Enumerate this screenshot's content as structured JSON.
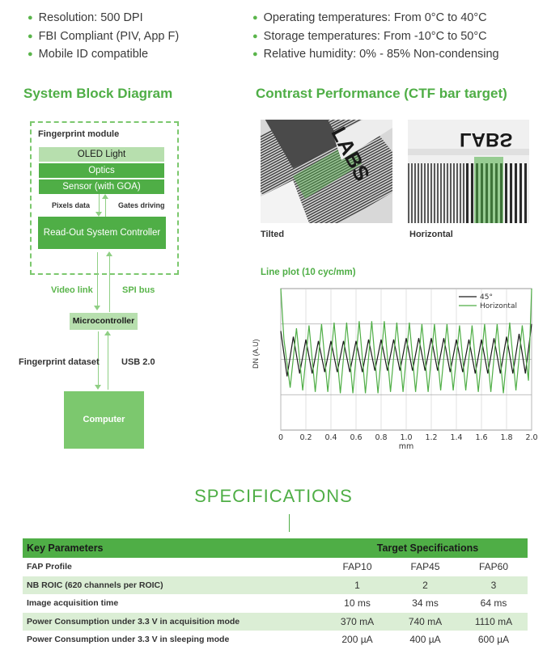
{
  "features_left": [
    "Resolution: 500 DPI",
    "FBI Compliant (PIV, App F)",
    "Mobile ID compatible"
  ],
  "features_right": [
    "Operating temperatures: From 0°C to 40°C",
    "Storage temperatures: From -10°C to 50°C",
    "Relative humidity: 0% - 85% Non-condensing"
  ],
  "block_diagram": {
    "title": "System Block Diagram",
    "module_label": "Fingerprint module",
    "layers": [
      "OLED Light",
      "Optics",
      "Sensor (with GOA)"
    ],
    "pixels_data": "Pixels data",
    "gates_driving": "Gates driving",
    "readout": "Read-Out System Controller",
    "video_link": "Video link",
    "spi_bus": "SPI bus",
    "microcontroller": "Microcontroller",
    "fingerprint_dataset": "Fingerprint dataset",
    "usb": "USB 2.0",
    "computer": "Computer"
  },
  "contrast": {
    "title": "Contrast Performance (CTF bar target)",
    "tilted": "Tilted",
    "horizontal": "Horizontal",
    "target_text": "LABS",
    "target_text_h": "LABS"
  },
  "chart_data": {
    "type": "line",
    "title": "Line plot (10 cyc/mm)",
    "xlabel": "mm",
    "ylabel": "DN (A.U)",
    "xlim": [
      0,
      2.0
    ],
    "xticks": [
      "0",
      "0.2",
      "0.4",
      "0.6",
      "0.8",
      "1.0",
      "1.2",
      "1.4",
      "1.6",
      "1.8",
      "2.0"
    ],
    "ylim": [
      0,
      1
    ],
    "grid": true,
    "legend": "top-right",
    "series": [
      {
        "name": "45°",
        "color": "#1a1a1a",
        "x": [
          0,
          0.05,
          0.1,
          0.15,
          0.2,
          0.25,
          0.3,
          0.35,
          0.4,
          0.45,
          0.5,
          0.55,
          0.6,
          0.65,
          0.7,
          0.75,
          0.8,
          0.85,
          0.9,
          0.95,
          1.0,
          1.05,
          1.1,
          1.15,
          1.2,
          1.25,
          1.3,
          1.35,
          1.4,
          1.45,
          1.5,
          1.55,
          1.6,
          1.65,
          1.7,
          1.75,
          1.8,
          1.85,
          1.9,
          1.95,
          2.0
        ],
        "y": [
          0.7,
          0.38,
          0.66,
          0.4,
          0.64,
          0.4,
          0.63,
          0.41,
          0.63,
          0.41,
          0.63,
          0.41,
          0.63,
          0.41,
          0.64,
          0.42,
          0.64,
          0.42,
          0.64,
          0.42,
          0.65,
          0.42,
          0.65,
          0.42,
          0.65,
          0.42,
          0.65,
          0.41,
          0.64,
          0.41,
          0.64,
          0.4,
          0.64,
          0.4,
          0.65,
          0.4,
          0.66,
          0.4,
          0.68,
          0.4,
          0.75
        ]
      },
      {
        "name": "Horizontal",
        "color": "#4fae46",
        "x": [
          0,
          0.025,
          0.075,
          0.125,
          0.175,
          0.225,
          0.275,
          0.325,
          0.375,
          0.425,
          0.475,
          0.525,
          0.575,
          0.625,
          0.675,
          0.725,
          0.775,
          0.825,
          0.875,
          0.925,
          0.975,
          1.025,
          1.075,
          1.125,
          1.175,
          1.225,
          1.275,
          1.325,
          1.375,
          1.425,
          1.475,
          1.525,
          1.575,
          1.625,
          1.675,
          1.725,
          1.775,
          1.825,
          1.875,
          1.925,
          1.975,
          2.0
        ],
        "y": [
          1.0,
          0.64,
          0.3,
          0.72,
          0.28,
          0.74,
          0.27,
          0.75,
          0.27,
          0.76,
          0.26,
          0.76,
          0.26,
          0.77,
          0.26,
          0.77,
          0.26,
          0.77,
          0.27,
          0.76,
          0.27,
          0.76,
          0.27,
          0.75,
          0.27,
          0.75,
          0.28,
          0.75,
          0.28,
          0.74,
          0.28,
          0.74,
          0.27,
          0.75,
          0.27,
          0.75,
          0.26,
          0.76,
          0.28,
          0.74,
          0.35,
          1.0
        ]
      }
    ]
  },
  "specs": {
    "title": "SPECIFICATIONS",
    "header": [
      "Key Parameters",
      "Target Specifications"
    ],
    "rows": [
      {
        "k": "FAP Profile",
        "v": [
          "FAP10",
          "FAP45",
          "FAP60"
        ]
      },
      {
        "k": "NB ROIC (620 channels per ROIC)",
        "v": [
          "1",
          "2",
          "3"
        ]
      },
      {
        "k": "Image acquisition time",
        "v": [
          "10 ms",
          "34 ms",
          "64 ms"
        ]
      },
      {
        "k": "Power Consumption under 3.3 V in acquisition mode",
        "v": [
          "370 mA",
          "740 mA",
          "1110 mA"
        ]
      },
      {
        "k": "Power Consumption under 3.3 V in sleeping mode",
        "v": [
          "200 µA",
          "400 µA",
          "600 µA"
        ]
      }
    ]
  }
}
